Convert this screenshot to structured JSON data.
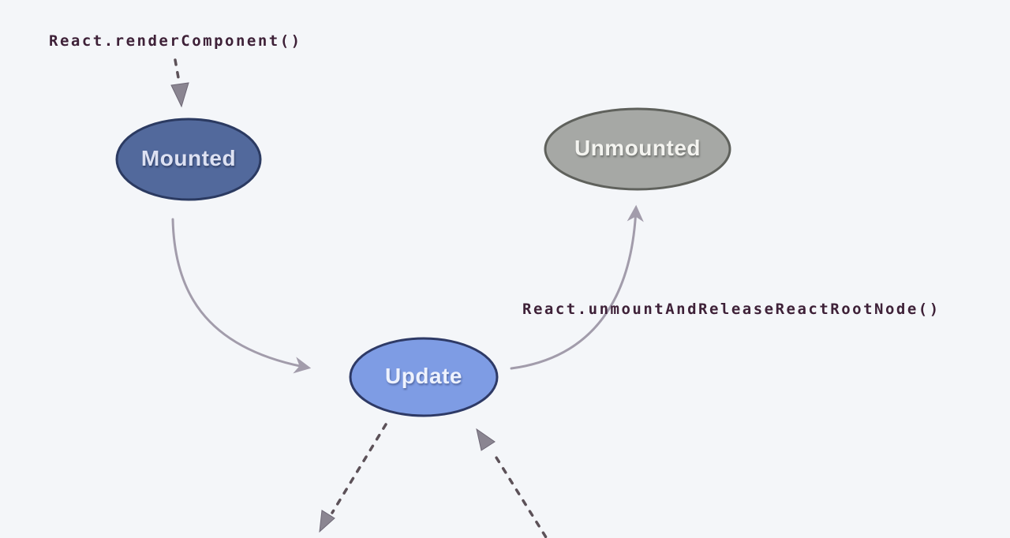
{
  "diagram": {
    "title_hint": "React component lifecycle state diagram",
    "background_color": "#f4f6f9",
    "arrow_color": "#a29cab",
    "dashed_arrow_color": "#5c5158",
    "code_text_color": "#3e2138",
    "nodes": {
      "mounted": {
        "label": "Mounted",
        "fill": "#52699c",
        "stroke": "#2b3a61",
        "text_color": "#dde1f2"
      },
      "unmounted": {
        "label": "Unmounted",
        "fill": "#a6a8a5",
        "stroke": "#5f615c",
        "text_color": "#f4f4f0"
      },
      "update": {
        "label": "Update",
        "fill": "#7e9ce4",
        "stroke": "#2e3a66",
        "text_color": "#eef2fd"
      }
    },
    "annotations": {
      "render_call": "React.renderComponent()",
      "unmount_call": "React.unmountAndReleaseReactRootNode()"
    },
    "edges": [
      {
        "name": "render-call-to-mounted",
        "style": "dashed",
        "from": "render_call annotation",
        "to": "mounted"
      },
      {
        "name": "mounted-to-update",
        "style": "solid-curve",
        "from": "mounted",
        "to": "update"
      },
      {
        "name": "update-to-unmounted",
        "style": "solid-curve",
        "from": "update",
        "to": "unmounted"
      },
      {
        "name": "update-to-offscreen-bottom-left",
        "style": "dashed",
        "from": "update",
        "to": "offscreen-bottom"
      },
      {
        "name": "offscreen-bottom-right-to-update",
        "style": "dashed",
        "from": "offscreen-bottom",
        "to": "update"
      }
    ]
  }
}
